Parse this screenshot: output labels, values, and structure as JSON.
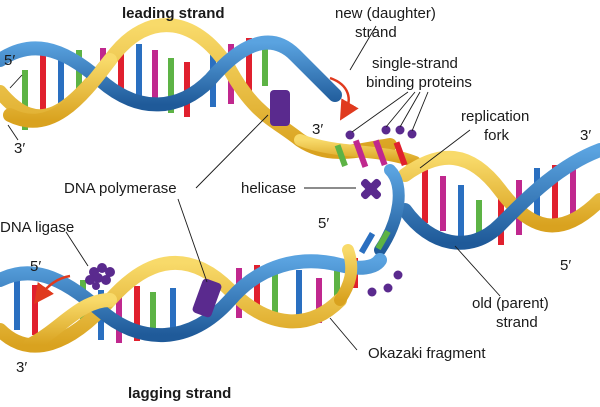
{
  "labels": {
    "leading_strand": "leading strand",
    "lagging_strand": "lagging strand",
    "new_daughter_strand": [
      "new (daughter)",
      "strand"
    ],
    "single_strand_binding_proteins": [
      "single-strand",
      "binding proteins"
    ],
    "replication_fork": [
      "replication",
      "fork"
    ],
    "dna_polymerase": "DNA polymerase",
    "helicase": "helicase",
    "dna_ligase": "DNA ligase",
    "old_parent_strand": [
      "old (parent)",
      "strand"
    ],
    "okazaki_fragment": "Okazaki  fragment",
    "end_5_top_left": "5′",
    "end_3_top_left": "3′",
    "end_3_daughter": "3′",
    "end_3_right": "3′",
    "end_5_right": "5′",
    "end_5_fork": "5′",
    "end_5_bottom_left": "5′",
    "end_3_bottom_left": "3′"
  },
  "colors": {
    "backbone_yellow": "#f2c12e",
    "backbone_yellow_dark": "#c9941a",
    "backbone_blue": "#2f7fc9",
    "backbone_blue_dark": "#1f5a99",
    "base_red": "#e0202e",
    "base_magenta": "#c0288e",
    "base_green": "#5db345",
    "base_blue": "#2a6fc0",
    "enzyme_purple": "#5a2a8e",
    "arrow_red": "#e03a1e"
  }
}
